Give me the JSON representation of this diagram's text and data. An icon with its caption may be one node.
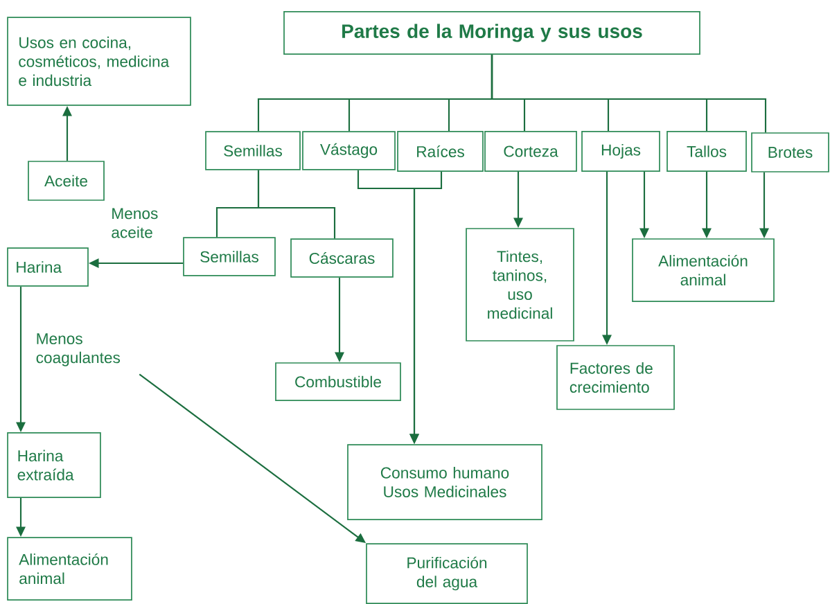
{
  "diagram": {
    "nodes": [
      {
        "text": [
          "Usos en cocina, cosméticos, medicina e industria"
        ]
      },
      {
        "text": [
          "Partes de la Moringa y sus usos"
        ]
      },
      {
        "text": [
          "Aceite"
        ]
      },
      {
        "text": [
          "Semillas"
        ]
      },
      {
        "text": [
          "Vástago"
        ]
      },
      {
        "text": [
          "Raíces"
        ]
      },
      {
        "text": [
          "Corteza"
        ]
      },
      {
        "text": [
          "Hojas"
        ]
      },
      {
        "text": [
          "Tallos"
        ]
      },
      {
        "text": [
          "Brotes"
        ]
      },
      {
        "text": [
          "Harina"
        ]
      },
      {
        "text": [
          "Semillas"
        ]
      },
      {
        "text": [
          "Cáscaras"
        ]
      },
      {
        "text": [
          "Tintes, taninos, uso medicinal"
        ]
      },
      {
        "text": [
          "Alimentación animal"
        ]
      },
      {
        "text": [
          "Menos coagulantes"
        ]
      },
      {
        "text": [
          "Combustible"
        ]
      },
      {
        "text": [
          "Factores de crecimiento"
        ]
      },
      {
        "text": [
          "Consumo humano Usos Medicinales"
        ]
      },
      {
        "text": [
          "Harina extraída"
        ]
      },
      {
        "text": [
          "Alimentación animal"
        ]
      },
      {
        "text": [
          "Purificación del agua"
        ]
      }
    ],
    "edges": [
      {
        "from": 1,
        "to": 3,
        "arrow": "none"
      },
      {
        "from": 1,
        "to": 4,
        "arrow": "none"
      },
      {
        "from": 1,
        "to": 5,
        "arrow": "none"
      },
      {
        "from": 1,
        "to": 6,
        "arrow": "none"
      },
      {
        "from": 1,
        "to": 7,
        "arrow": "none"
      },
      {
        "from": 1,
        "to": 8,
        "arrow": "none"
      },
      {
        "from": 1,
        "to": 9,
        "arrow": "none"
      },
      {
        "from": 3,
        "to": 11,
        "arrow": "none"
      },
      {
        "from": 3,
        "to": 12,
        "arrow": "none"
      },
      {
        "from": 4,
        "to": 18,
        "arrow": "to"
      },
      {
        "from": 5,
        "to": 18,
        "arrow": "to"
      },
      {
        "from": 6,
        "to": 13,
        "arrow": "to"
      },
      {
        "from": 7,
        "to": 17,
        "arrow": "to"
      },
      {
        "from": 7,
        "to": 14,
        "arrow": "to"
      },
      {
        "from": 8,
        "to": 14,
        "arrow": "to"
      },
      {
        "from": 9,
        "to": 14,
        "arrow": "to"
      },
      {
        "from": 12,
        "to": 16,
        "arrow": "to"
      },
      {
        "from": 11,
        "to": 10,
        "arrow": "to",
        "label": "Menos aceite"
      },
      {
        "from": 2,
        "to": 0,
        "arrow": "to"
      },
      {
        "from": 10,
        "to": 19,
        "arrow": "to"
      },
      {
        "from": 19,
        "to": 20,
        "arrow": "to"
      },
      {
        "from": 15,
        "to": 21,
        "arrow": "to"
      }
    ]
  }
}
